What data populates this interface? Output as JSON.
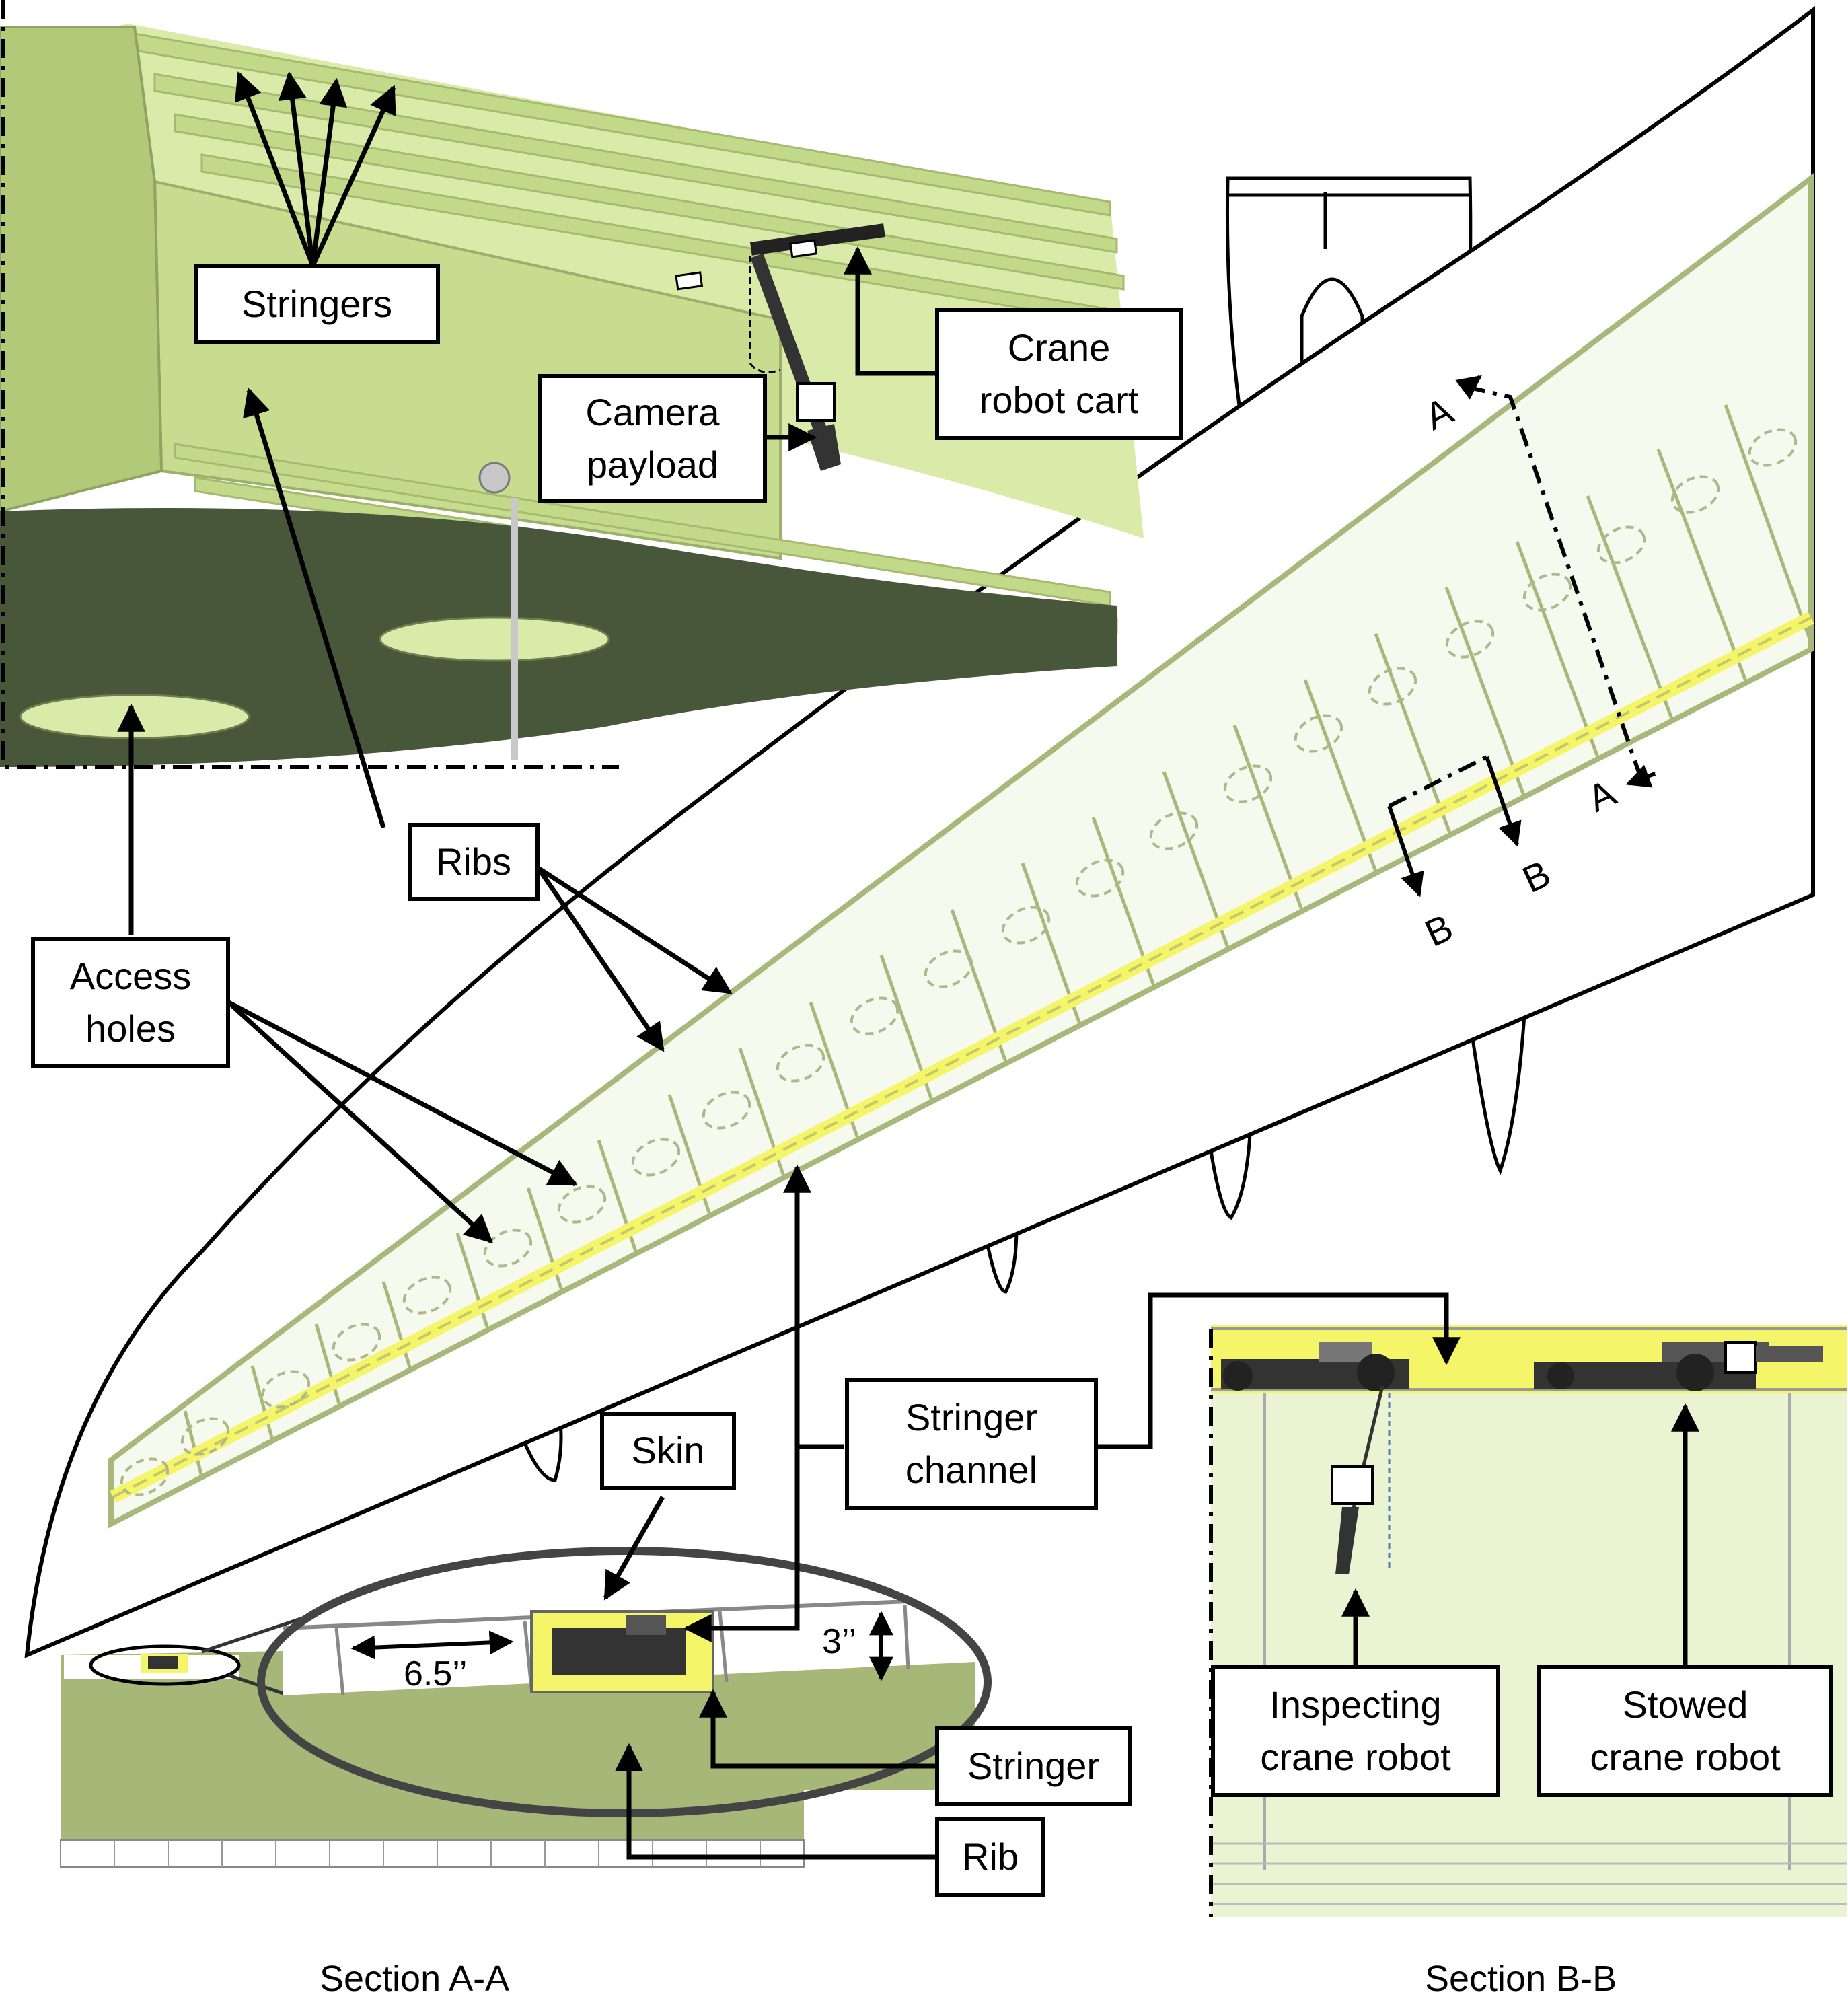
{
  "labels": {
    "stringers": "Stringers",
    "crane_robot_cart": "Crane\nrobot cart",
    "camera_payload": "Camera\npayload",
    "ribs": "Ribs",
    "access_holes": "Access\nholes",
    "skin": "Skin",
    "stringer_channel": "Stringer\nchannel",
    "stringer": "Stringer",
    "rib": "Rib",
    "inspecting_crane_robot": "Inspecting\ncrane robot",
    "stowed_crane_robot": "Stowed\ncrane robot"
  },
  "section_marks": {
    "a": "A",
    "b": "B"
  },
  "dimensions": {
    "width": "6.5’’",
    "height": "3’’"
  },
  "captions": {
    "section_aa": "Section A-A",
    "section_bb": "Section B-B"
  },
  "colors": {
    "panel_light": "#d9eaa9",
    "panel_mid": "#c3d98a",
    "panel_dark": "#48563a",
    "section_olive": "#a6b777",
    "highlight": "#f5f56a",
    "wing_panel": "#f6f9ee",
    "wing_outline": "#a7b87a"
  }
}
